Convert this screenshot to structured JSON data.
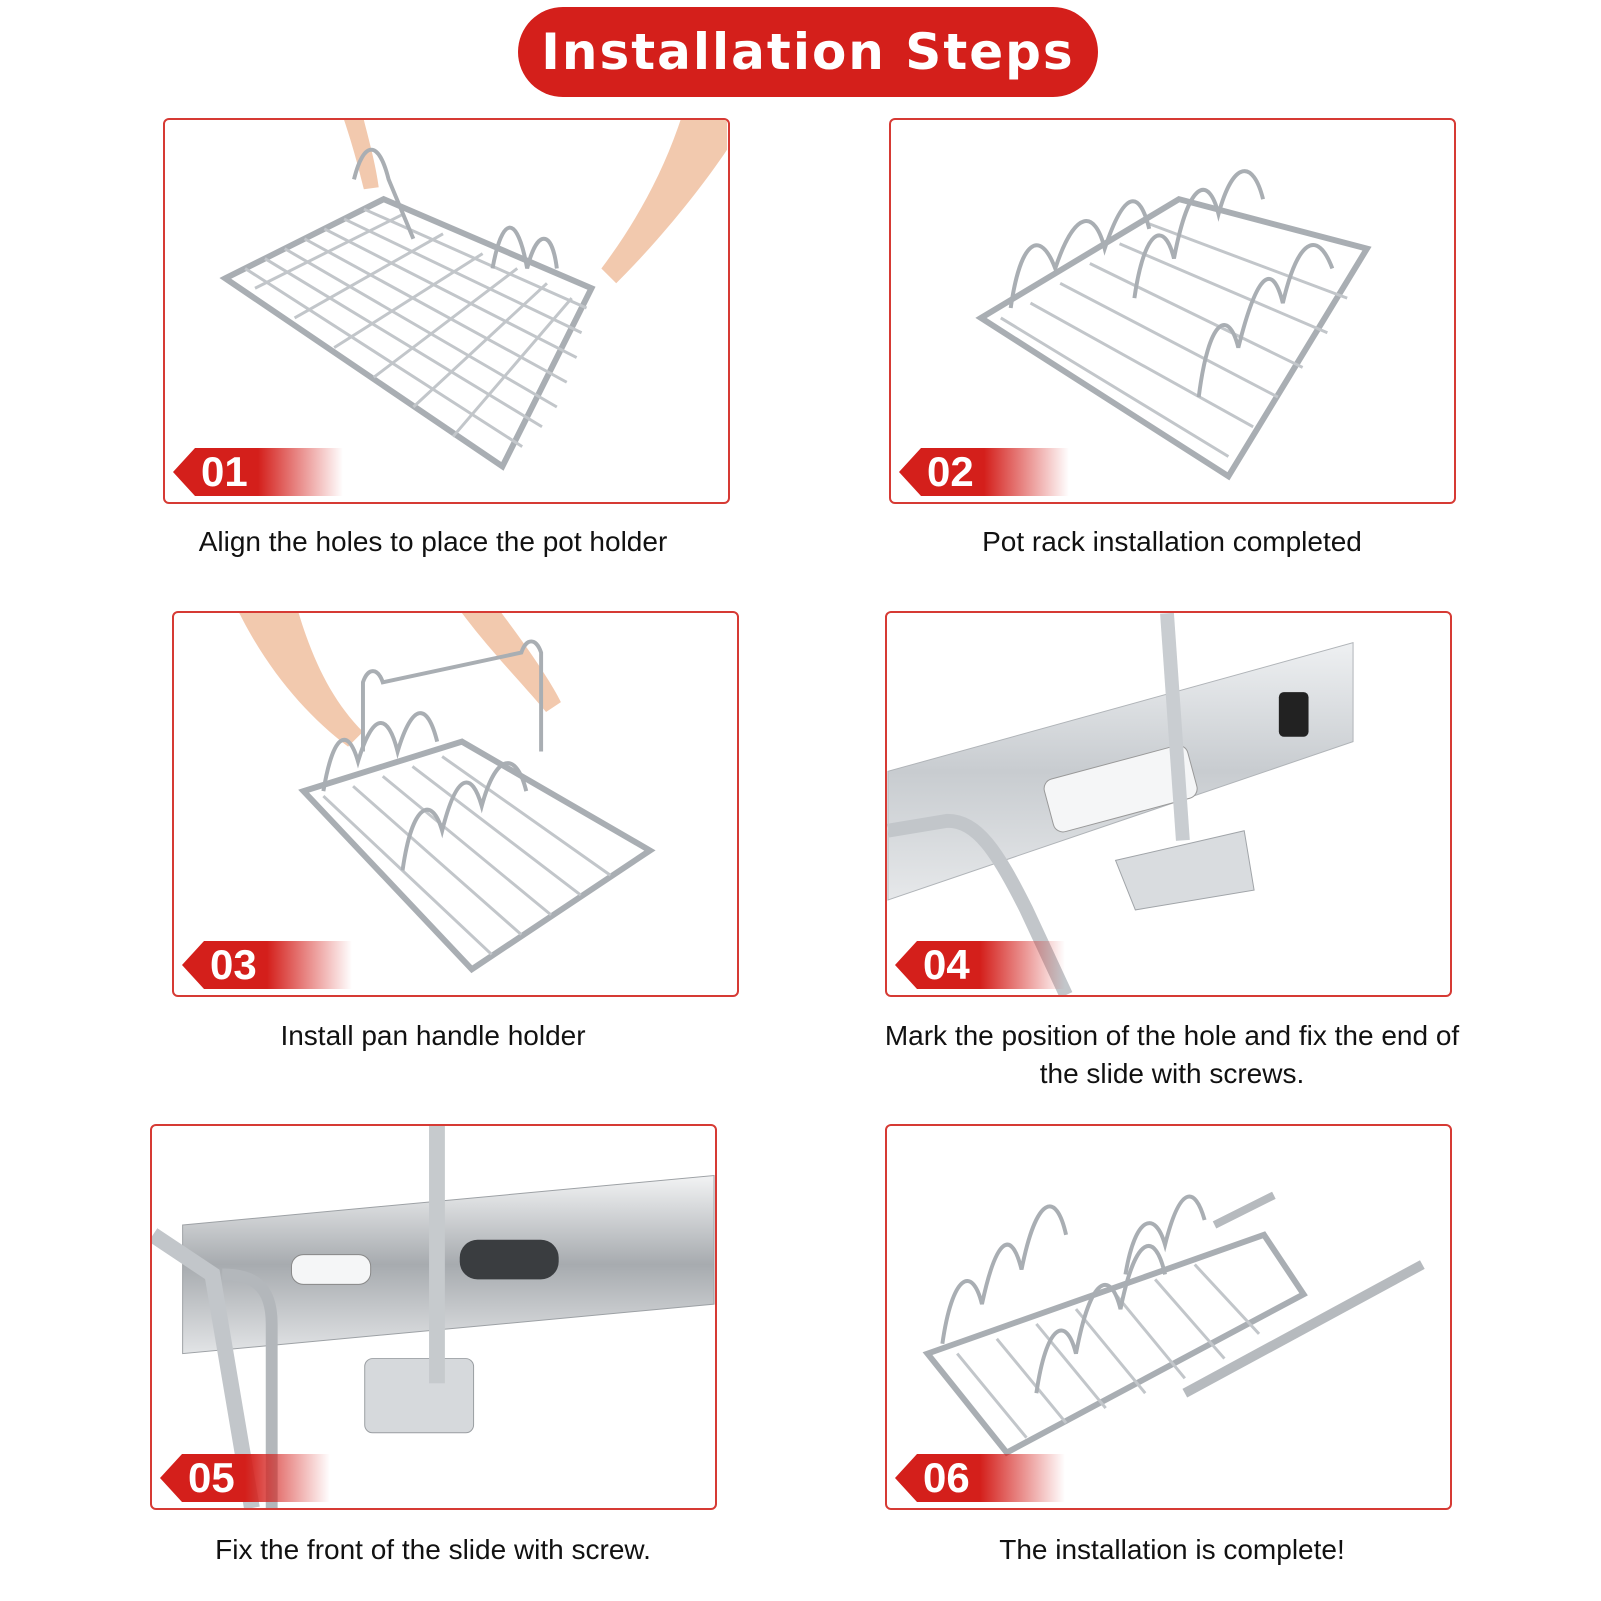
{
  "title": "Installation Steps",
  "colors": {
    "accent": "#d41f1b",
    "border": "#d63a34",
    "metal": "#b9bec3"
  },
  "steps": [
    {
      "number": "01",
      "caption": "Align the holes to place the pot holder"
    },
    {
      "number": "02",
      "caption": "Pot rack installation completed"
    },
    {
      "number": "03",
      "caption": "Install pan handle holder"
    },
    {
      "number": "04",
      "caption": "Mark the position of the hole and fix the end of the slide with screws."
    },
    {
      "number": "05",
      "caption": "Fix the front of the slide with screw."
    },
    {
      "number": "06",
      "caption": "The installation is complete!"
    }
  ]
}
